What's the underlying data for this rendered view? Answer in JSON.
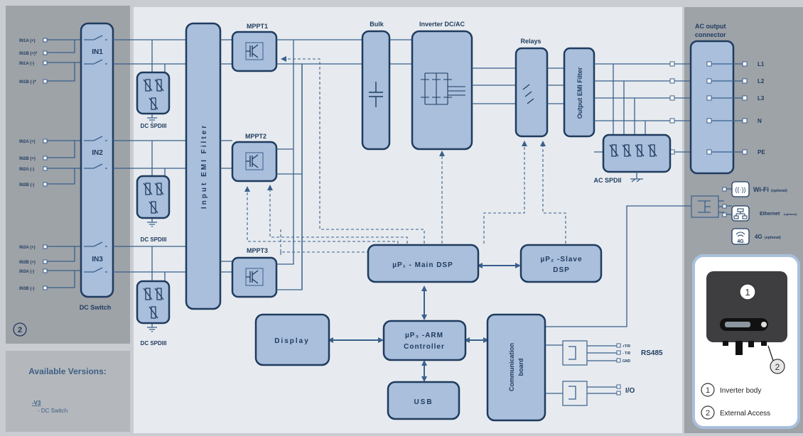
{
  "left_inputs": {
    "in1": [
      "IN1A (+)",
      "IN1B (+)*",
      "IN1A (-)",
      "IN1B (-)*"
    ],
    "in2": [
      "IN2A (+)",
      "IN2B (+)",
      "IN2A (-)",
      "IN2B (-)"
    ],
    "in3": [
      "IN3A (+)",
      "IN3B (+)",
      "IN3A (-)",
      "IN3B (-)"
    ]
  },
  "dc_switch": {
    "label": "DC Switch",
    "groups": [
      "IN1",
      "IN2",
      "IN3"
    ]
  },
  "left_marker": "2",
  "versions": {
    "title": "Available Versions:",
    "code": "-V3",
    "desc": "- DC Switch"
  },
  "blocks": {
    "dc_spd": "DC SPDIII",
    "input_emi": "Input EMI Filter",
    "mppt1": "MPPT1",
    "mppt2": "MPPT2",
    "mppt3": "MPPT3",
    "bulk": "Bulk",
    "inverter": "Inverter DC/AC",
    "relays": "Relays",
    "output_emi": "Output EMI Filter",
    "ac_spd": "AC SPDII",
    "main_dsp_1": "µP₁ - Main DSP",
    "slave_dsp_1": "µP₂ -Slave",
    "slave_dsp_2": "DSP",
    "arm_1": "µP₃ -ARM",
    "arm_2": "Controller",
    "display": "Display",
    "usb": "USB",
    "comm_1": "Communication",
    "comm_2": "board"
  },
  "ac_output": {
    "title_1": "AC output",
    "title_2": "connector",
    "terminals": [
      "L1",
      "L2",
      "L3",
      "N",
      "PE"
    ]
  },
  "connectivity": {
    "wifi": "Wi-Fi",
    "wifi_note": "(optional)",
    "ethernet": "Ethernet",
    "ethernet_note": "(optional)",
    "g4": "4G",
    "g4_note": "(optional)",
    "g4_icon": "4G"
  },
  "rs485": {
    "pins": [
      "+T/R",
      "- T/R",
      "GND"
    ],
    "label": "RS485"
  },
  "io": {
    "label": "I/O"
  },
  "legend": {
    "marker_1": "1",
    "marker_2": "2",
    "item1_num": "1",
    "item1_text": "Inverter body",
    "item2_num": "2",
    "item2_text": "External Access"
  },
  "colors": {
    "block_fill": "#a9bfdc",
    "outline": "#1f3b5f",
    "panel": "#9ea3a8",
    "background": "#e7ebef"
  }
}
